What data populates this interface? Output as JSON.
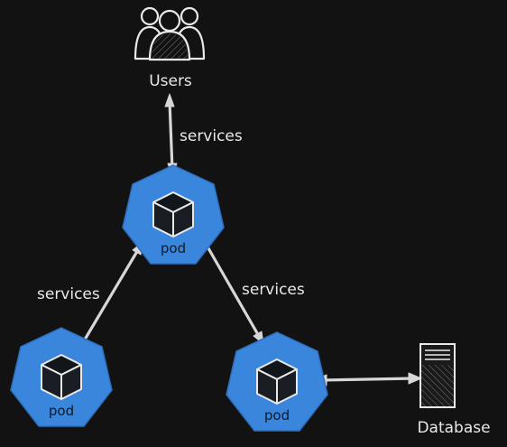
{
  "users": {
    "label": "Users",
    "icon": "users-group-icon"
  },
  "database": {
    "label": "Database",
    "icon": "server-icon"
  },
  "pods": [
    {
      "id": "pod-top",
      "label": "pod",
      "icon": "cube-icon"
    },
    {
      "id": "pod-left",
      "label": "pod",
      "icon": "cube-icon"
    },
    {
      "id": "pod-right",
      "label": "pod",
      "icon": "cube-icon"
    }
  ],
  "connections": [
    {
      "id": "users-to-pod-top",
      "from": "Users",
      "to": "pod-top",
      "label": "services",
      "bidirectional": true
    },
    {
      "id": "pod-top-to-pod-left",
      "from": "pod-top",
      "to": "pod-left",
      "label": "services",
      "bidirectional": true
    },
    {
      "id": "pod-top-to-pod-right",
      "from": "pod-top",
      "to": "pod-right",
      "label": "services",
      "bidirectional": true
    },
    {
      "id": "pod-right-to-database",
      "from": "pod-right",
      "to": "Database",
      "label": "",
      "bidirectional": true
    }
  ],
  "colors": {
    "background": "#121212",
    "pod_fill": "#3a86dc",
    "line": "#d7d7d7",
    "text": "#e9e9e9"
  }
}
